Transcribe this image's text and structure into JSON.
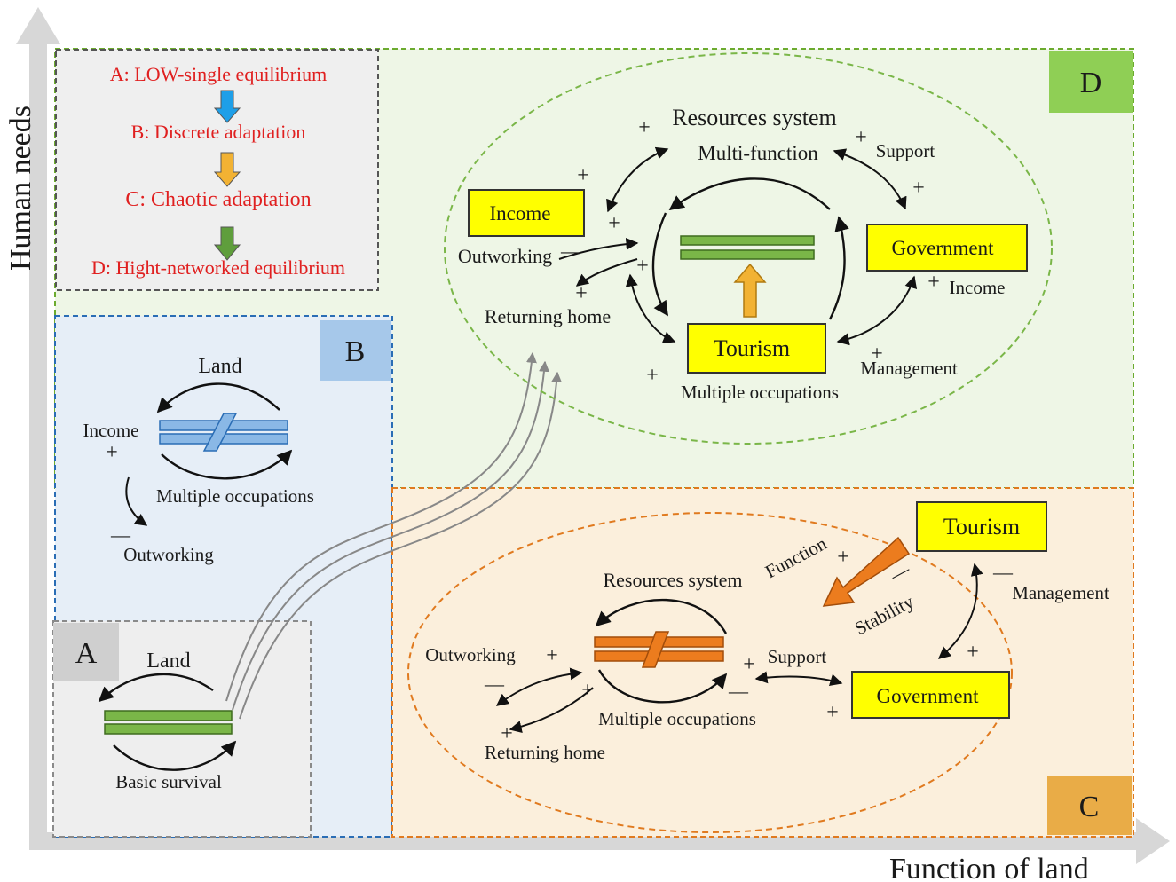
{
  "axes": {
    "y_label": "Human needs",
    "x_label": "Function of land"
  },
  "legend": {
    "items": [
      "A: LOW-single equilibrium",
      "B: Discrete adaptation",
      "C: Chaotic adaptation",
      "D: Hight-networked equilibrium"
    ],
    "arrow_colors": [
      "#1e9fe8",
      "#f2b233",
      "#5f9e3c"
    ],
    "text_color": "#e02020"
  },
  "panel_a": {
    "badge": "A",
    "land": "Land",
    "basic_survival": "Basic survival"
  },
  "panel_b": {
    "badge": "B",
    "land": "Land",
    "income": "Income",
    "plus": "+",
    "multiple_occupations": "Multiple occupations",
    "minus": "—",
    "outworking": "Outworking"
  },
  "panel_c": {
    "badge": "C",
    "tourism": "Tourism",
    "function": "Function",
    "stability": "Stability",
    "management": "Management",
    "resources_system": "Resources system",
    "support": "Support",
    "outworking": "Outworking",
    "government": "Government",
    "multiple_occupations": "Multiple occupations",
    "returning_home": "Returning home",
    "plus": "+",
    "minus": "—"
  },
  "panel_d": {
    "badge": "D",
    "resources_system": "Resources system",
    "multi_function": "Multi-function",
    "support": "Support",
    "income_box": "Income",
    "outworking": "Outworking",
    "returning_home": "Returning home",
    "government": "Government",
    "income": "Income",
    "tourism": "Tourism",
    "management": "Management",
    "multiple_occupations": "Multiple occupations",
    "plus": "+",
    "minus": "—"
  },
  "colors": {
    "panel_a_bg": "#eeeeee",
    "panel_b_bg": "#e6eef7",
    "panel_c_bg": "#fbefdc",
    "panel_d_bg": "#eef6e6",
    "badge_a": "#cfcfcf",
    "badge_b": "#a6c8ea",
    "badge_c": "#e9ac47",
    "badge_d": "#8fcf55",
    "equilibrium_green": "#7ab648",
    "discrete_blue": "#8ab8e6",
    "chaotic_orange": "#ec7c1e"
  }
}
